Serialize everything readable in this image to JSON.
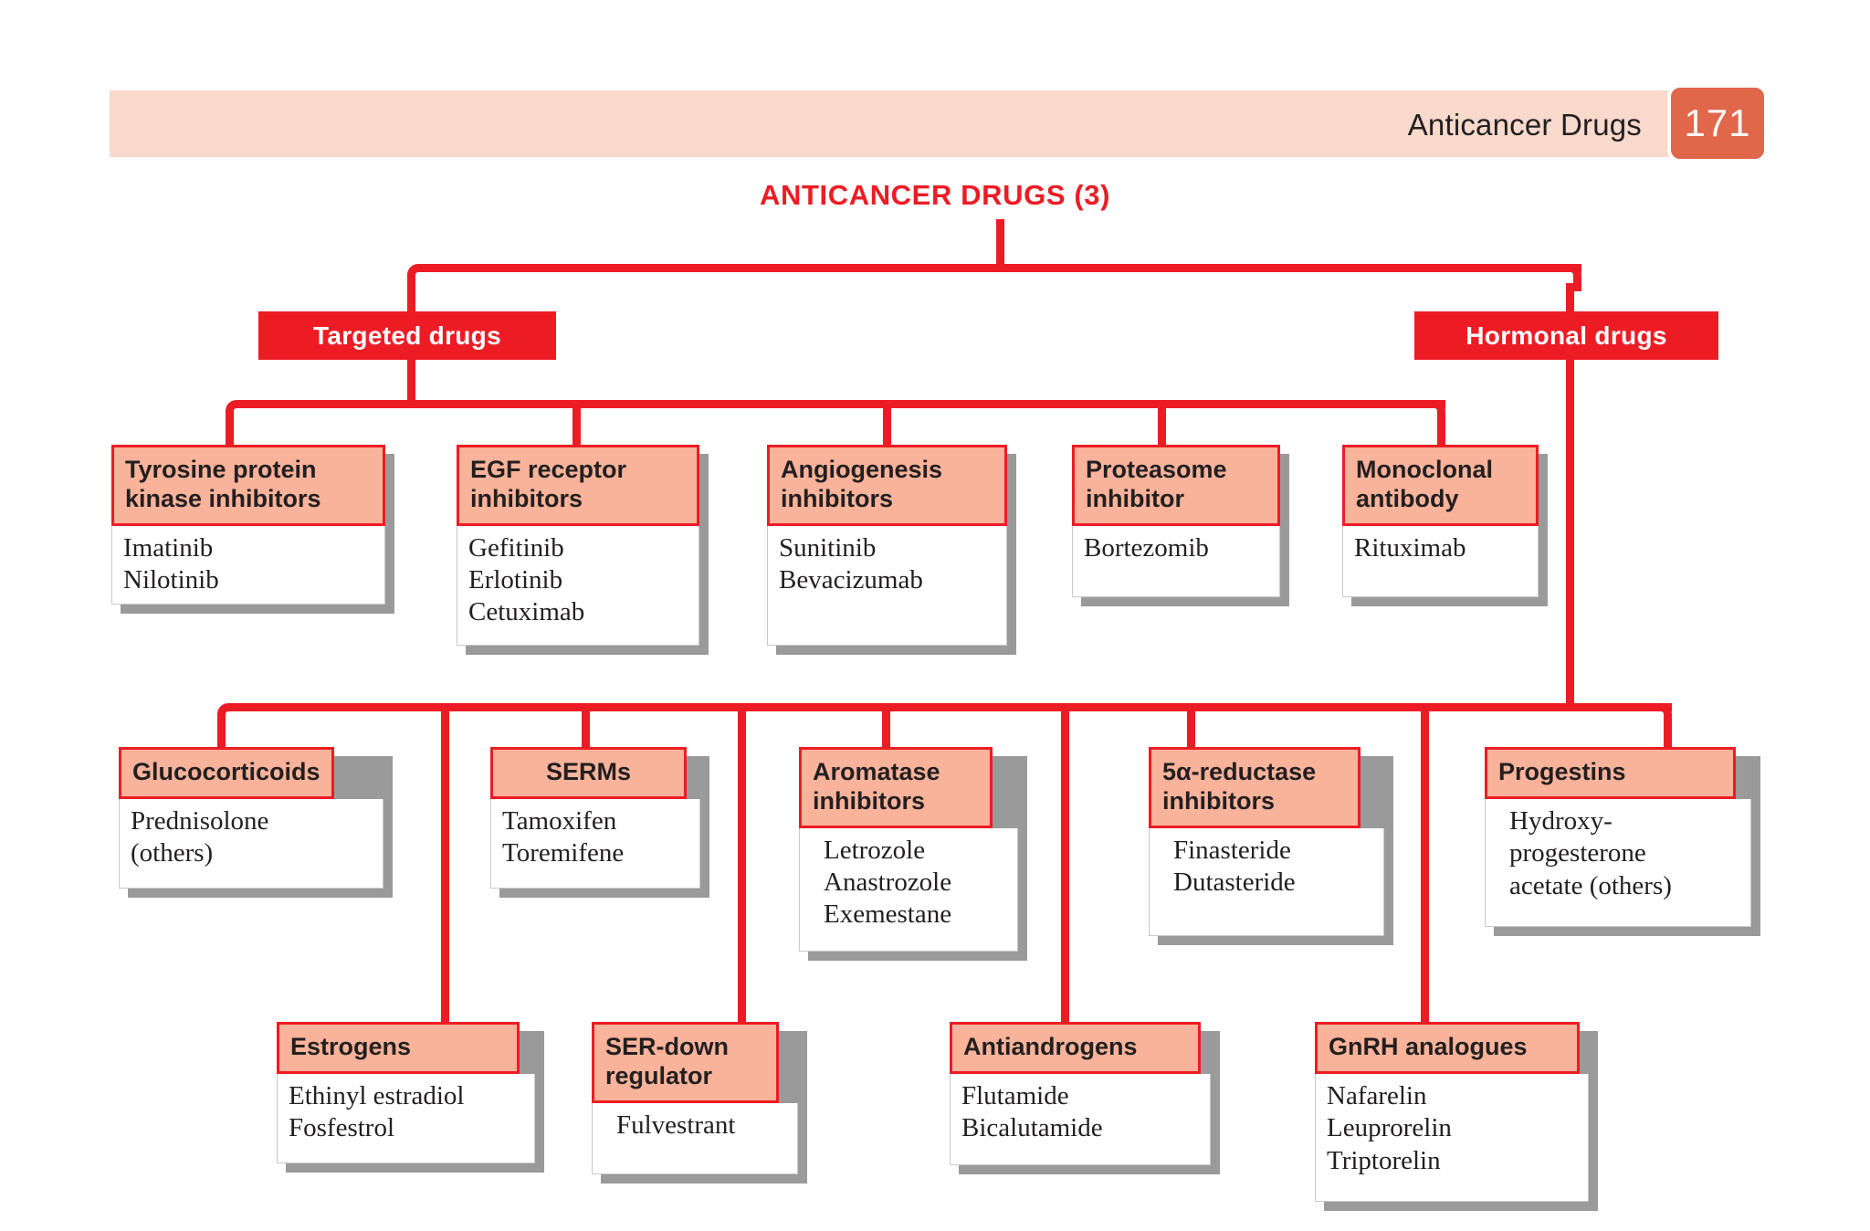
{
  "header": {
    "title": "Anticancer Drugs",
    "page_number": "171"
  },
  "chart_data": {
    "type": "diagram",
    "title": "ANTICANCER DRUGS (3)",
    "root": "ANTICANCER DRUGS (3)",
    "branches": [
      {
        "label": "Targeted drugs",
        "children": [
          "Tyrosine protein kinase inhibitors",
          "EGF receptor inhibitors",
          "Angiogenesis inhibitors",
          "Proteasome inhibitor",
          "Monoclonal antibody"
        ]
      },
      {
        "label": "Hormonal drugs",
        "children": [
          "Glucocorticoids",
          "SERMs",
          "Aromatase inhibitors",
          "5α-reductase inhibitors",
          "Progestins",
          "Estrogens",
          "SER-down regulator",
          "Antiandrogens",
          "GnRH analogues"
        ]
      }
    ],
    "colors": {
      "accent_red": "#ed1c24",
      "header_band": "#f8d9cb",
      "box_header": "#f9b39a",
      "page_badge": "#e0674a"
    }
  },
  "title": "ANTICANCER DRUGS (3)",
  "categories": {
    "targeted": "Targeted drugs",
    "hormonal": "Hormonal drugs"
  },
  "nodes": {
    "tyrosine": {
      "header": "Tyrosine protein\nkinase inhibitors",
      "drugs": [
        "Imatinib",
        "Nilotinib"
      ]
    },
    "egf": {
      "header": "EGF receptor\ninhibitors",
      "drugs": [
        "Gefitinib",
        "Erlotinib",
        "Cetuximab"
      ]
    },
    "angiogenesis": {
      "header": "Angiogenesis\ninhibitors",
      "drugs": [
        "Sunitinib",
        "Bevacizumab"
      ]
    },
    "proteasome": {
      "header": "Proteasome\ninhibitor",
      "drugs": [
        "Bortezomib"
      ]
    },
    "monoclonal": {
      "header": "Monoclonal\nantibody",
      "drugs": [
        "Rituximab"
      ]
    },
    "glucocorticoids": {
      "header": "Glucocorticoids",
      "drugs": [
        "Prednisolone",
        "(others)"
      ]
    },
    "serms": {
      "header": "SERMs",
      "drugs": [
        "Tamoxifen",
        "Toremifene"
      ]
    },
    "aromatase": {
      "header": "Aromatase\ninhibitors",
      "drugs": [
        "Letrozole",
        "Anastrozole",
        "Exemestane"
      ]
    },
    "reductase": {
      "header": "5α-reductase\ninhibitors",
      "drugs": [
        "Finasteride",
        "Dutasteride"
      ]
    },
    "progestins": {
      "header": "Progestins",
      "drugs": [
        "Hydroxy-",
        "progesterone",
        "acetate (others)"
      ]
    },
    "estrogens": {
      "header": "Estrogens",
      "drugs": [
        "Ethinyl estradiol",
        "Fosfestrol"
      ]
    },
    "serdown": {
      "header": "SER-down\nregulator",
      "drugs": [
        "Fulvestrant"
      ]
    },
    "antiandrogens": {
      "header": "Antiandrogens",
      "drugs": [
        "Flutamide",
        "Bicalutamide"
      ]
    },
    "gnrh": {
      "header": "GnRH analogues",
      "drugs": [
        "Nafarelin",
        "Leuprorelin",
        "Triptorelin"
      ]
    }
  }
}
